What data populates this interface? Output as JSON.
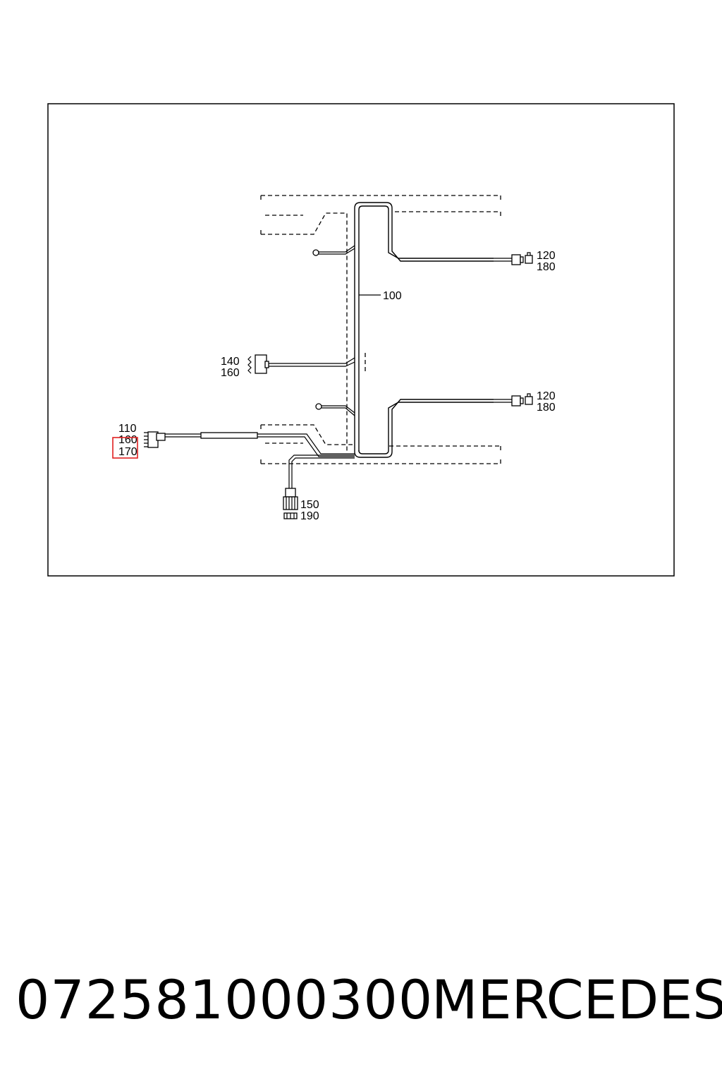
{
  "diagram": {
    "callouts": {
      "c100": "100",
      "c110": "110",
      "c160": "160",
      "c170": "170",
      "c120_top": "120",
      "c180_top": "180",
      "c120_bottom": "120",
      "c180_bottom": "180",
      "c140": "140",
      "c160_mid": "160",
      "c150": "150",
      "c190": "190"
    },
    "highlight_color": "#e02020",
    "line_color": "#000000"
  },
  "footer": {
    "part_number": "072581000300",
    "brand": "MERCEDES"
  }
}
